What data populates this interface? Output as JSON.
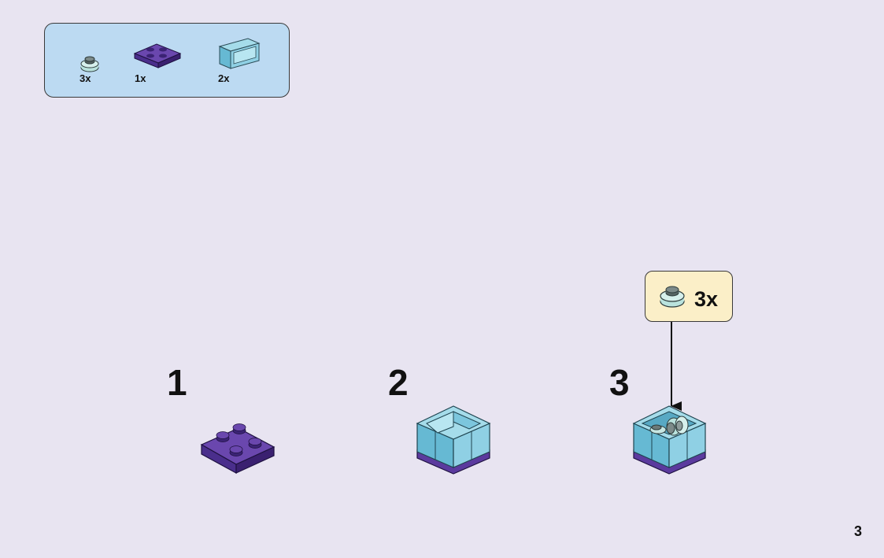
{
  "parts_list": {
    "items": [
      {
        "icon": "round-plate-1x1-icon",
        "qty": "3x",
        "color": "#9fd3cf"
      },
      {
        "icon": "plate-2x2-icon",
        "qty": "1x",
        "color": "#5b3a9e"
      },
      {
        "icon": "panel-1x2x1-icon",
        "qty": "2x",
        "color": "#7ccbe0"
      }
    ]
  },
  "steps": [
    {
      "number": "1"
    },
    {
      "number": "2"
    },
    {
      "number": "3"
    }
  ],
  "callout": {
    "qty": "3x",
    "icon": "round-plate-1x1-icon"
  },
  "page_number": "3",
  "colors": {
    "background": "#e8e4f1",
    "parts_box": "#bcdaf2",
    "callout_box": "#fbefc8",
    "purple": "#5b3a9e",
    "light_blue": "#7ccbe0"
  }
}
